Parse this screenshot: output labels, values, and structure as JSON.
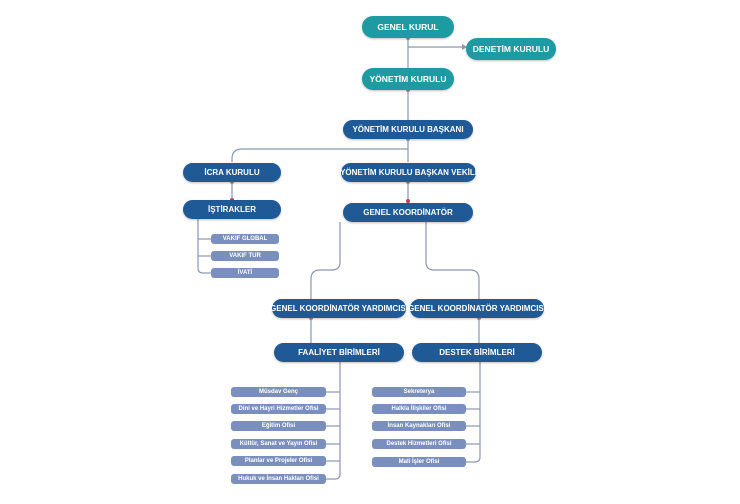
{
  "org": {
    "genel_kurul": "GENEL KURUL",
    "denetim_kurulu": "DENETİM KURULU",
    "yonetim_kurulu": "YÖNETİM KURULU",
    "yonetim_kurulu_baskani": "YÖNETİM KURULU BAŞKANI",
    "icra_kurulu": "İCRA KURULU",
    "baskan_vekili": "YÖNETİM KURULU BAŞKAN VEKİLİ",
    "istirakler": "İŞTİRAKLER",
    "genel_koordinator": "GENEL KOORDİNATÖR",
    "yardimci_1": "GENEL KOORDİNATÖR YARDIMCISI",
    "yardimci_2": "GENEL KOORDİNATÖR YARDIMCISI",
    "faaliyet_birimleri": "FAALİYET BİRİMLERİ",
    "destek_birimleri": "DESTEK BİRİMLERİ",
    "istirakler_items": [
      "VAKIF GLOBAL",
      "VAKIF TUR",
      "İVATİ"
    ],
    "faaliyet_items": [
      "Müsdav Genç",
      "Dini ve Hayri Hizmetler Ofisi",
      "Eğitim Ofisi",
      "Kültür, Sanat ve Yayın Ofisi",
      "Planlar ve Projeler Ofisi",
      "Hukuk ve İnsan Hakları Ofisi"
    ],
    "destek_items": [
      "Sekreterya",
      "Halkla İlişkiler Ofisi",
      "İnsan Kaynakları Ofisi",
      "Destek Hizmetleri Ofisi",
      "Mali İşler Ofisi"
    ]
  },
  "colors": {
    "teal": "#1e9aa3",
    "navy": "#1f5a96",
    "pill": "#7b8fbf",
    "line": "#8a97b3"
  }
}
